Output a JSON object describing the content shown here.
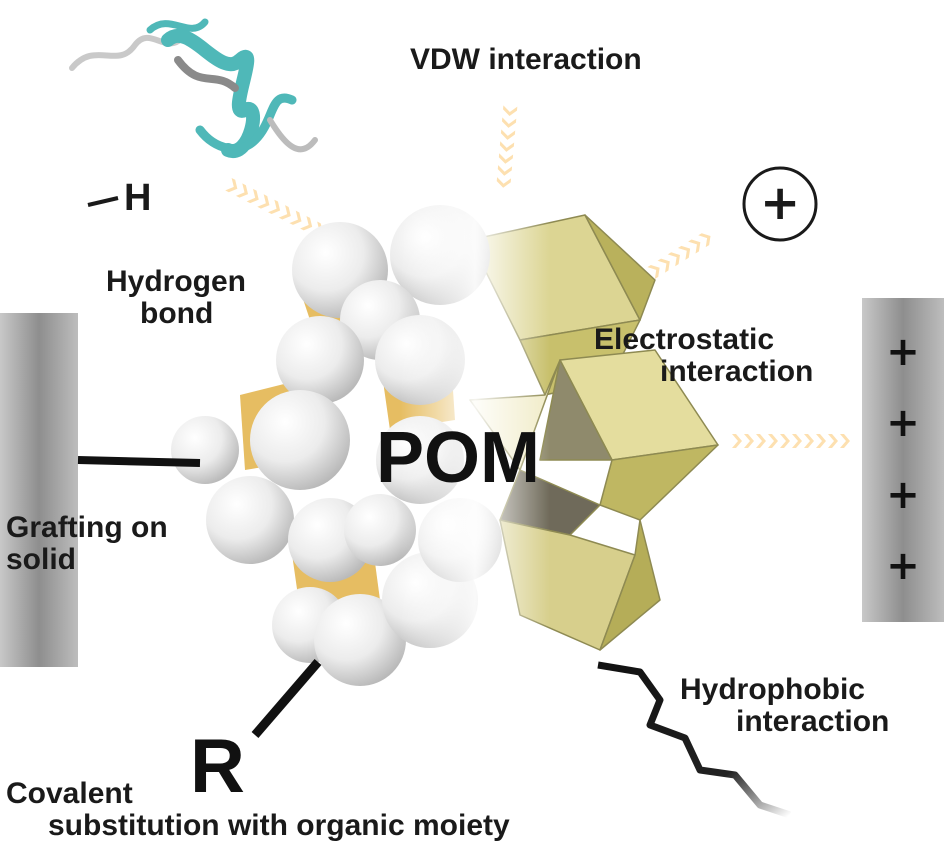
{
  "labels": {
    "vdw": "VDW interaction",
    "h_atom": "H",
    "hydrogen_bond": [
      "Hydrogen",
      "bond"
    ],
    "electrostatic": [
      "Electrostatic",
      "interaction"
    ],
    "pom": "POM",
    "grafting": [
      "Grafting on",
      "solid"
    ],
    "r_group": "R",
    "hydrophobic": [
      "Hydrophobic",
      "interaction"
    ],
    "covalent": [
      "Covalent",
      "substitution with organic moiety"
    ]
  },
  "symbols": {
    "cation": "+",
    "surface_charges": [
      "+",
      "+",
      "+",
      "+"
    ]
  },
  "icons": [
    "protein-helix-icon",
    "cation-circle-icon",
    "arrow-chevrons-icon"
  ],
  "colors": {
    "arrow": "#fde0b0",
    "helix": "#4fb8b8",
    "sphere": "#ececec",
    "gold": "#e6bd62",
    "polyhedron": "#dcd593",
    "surface": "#9a9a9a",
    "text": "#1a1a1a"
  }
}
